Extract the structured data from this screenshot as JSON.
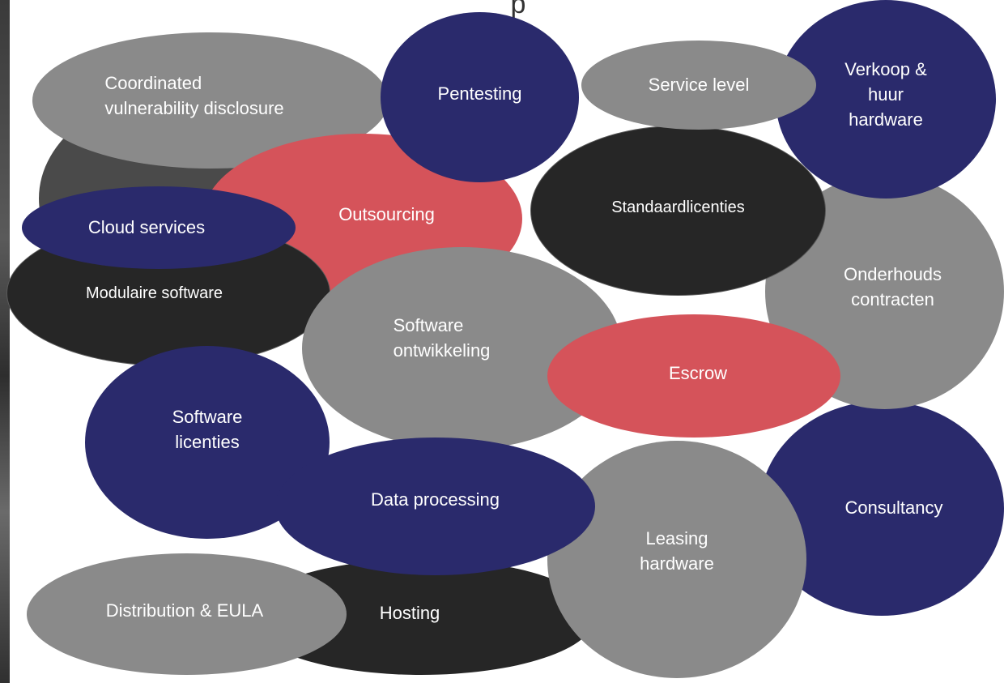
{
  "heading": "p",
  "colors": {
    "gray": "#8a8a8a",
    "navy": "#2a2a6c",
    "red": "#d5535a",
    "black": "#262626",
    "dark_gray": "#4a4a4a",
    "text": "#ffffff"
  },
  "bubbles": {
    "coordinated_vulnerability_disclosure": "Coordinated\nvulnerability disclosure",
    "pentesting": "Pentesting",
    "service_level": "Service level",
    "verkoop_huur_hardware": "Verkoop &\nhuur\nhardware",
    "outsourcing": "Outsourcing",
    "standaardlicenties": "Standaardlicenties",
    "cloud_services": "Cloud services",
    "modulaire_software": "Modulaire software",
    "onderhouds_contracten": "Onderhouds\ncontracten",
    "software_ontwikkeling": "Software\nontwikkeling",
    "escrow": "Escrow",
    "software_licenties": "Software\nlicenties",
    "data_processing": "Data processing",
    "consultancy": "Consultancy",
    "leasing_hardware": "Leasing\nhardware",
    "hosting": "Hosting",
    "distribution_eula": "Distribution & EULA"
  }
}
